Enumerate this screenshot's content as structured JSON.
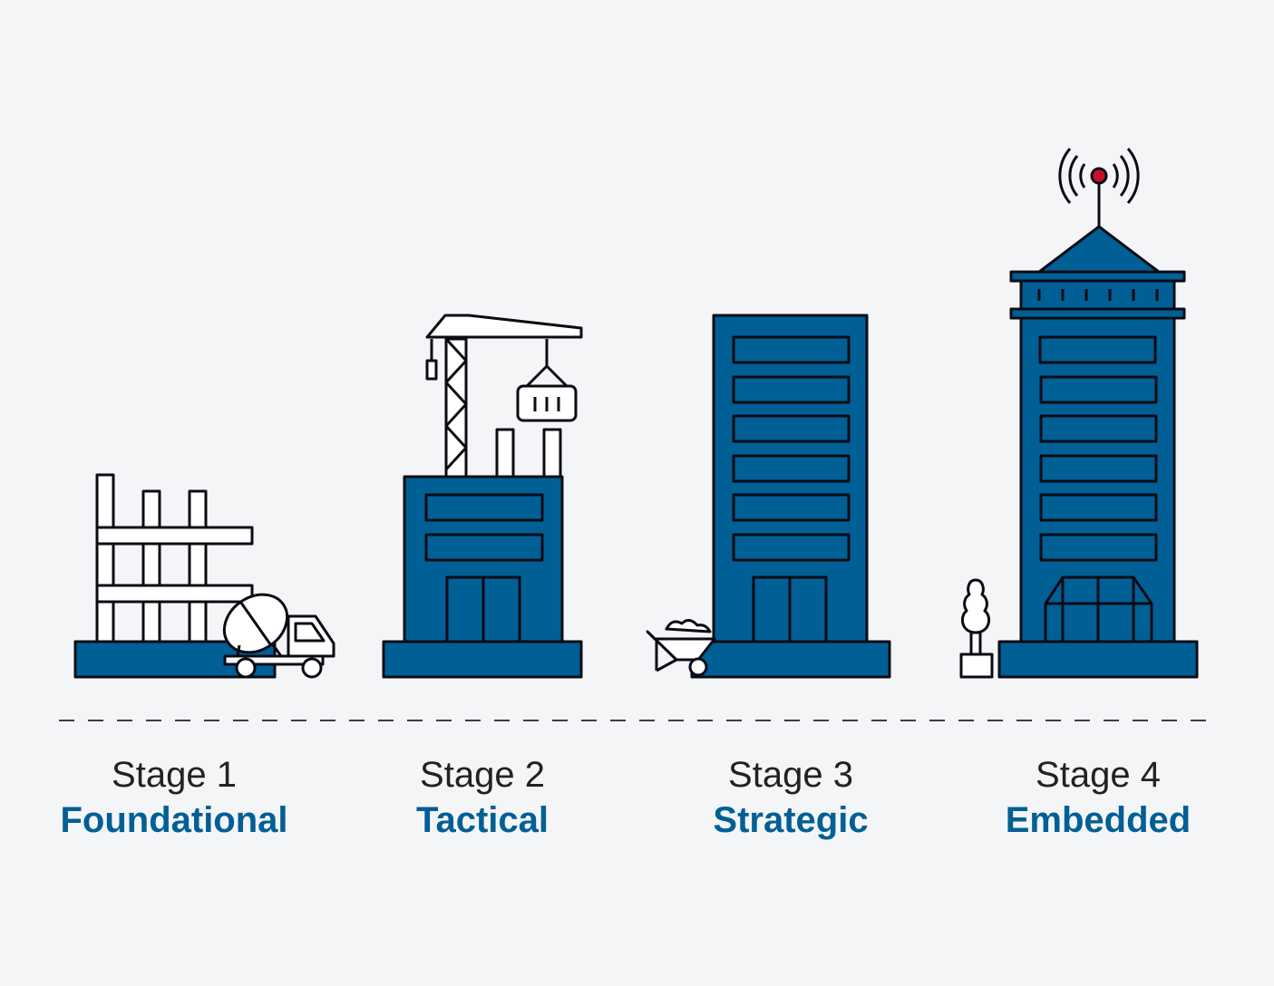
{
  "colors": {
    "background": "#f4f5f7",
    "building_fill": "#005f95",
    "outline": "#0b0b14",
    "stage_number_text": "#222222",
    "stage_name_text": "#005f95",
    "antenna_light": "#c8102e"
  },
  "stages": [
    {
      "number_label": "Stage 1",
      "name": "Foundational",
      "illustration": "building-under-construction-with-cement-mixer-truck"
    },
    {
      "number_label": "Stage 2",
      "name": "Tactical",
      "illustration": "low-building-with-tower-crane"
    },
    {
      "number_label": "Stage 3",
      "name": "Strategic",
      "illustration": "mid-rise-building-with-wheelbarrow"
    },
    {
      "number_label": "Stage 4",
      "name": "Embedded",
      "illustration": "tall-tower-with-antenna-and-tree"
    }
  ]
}
